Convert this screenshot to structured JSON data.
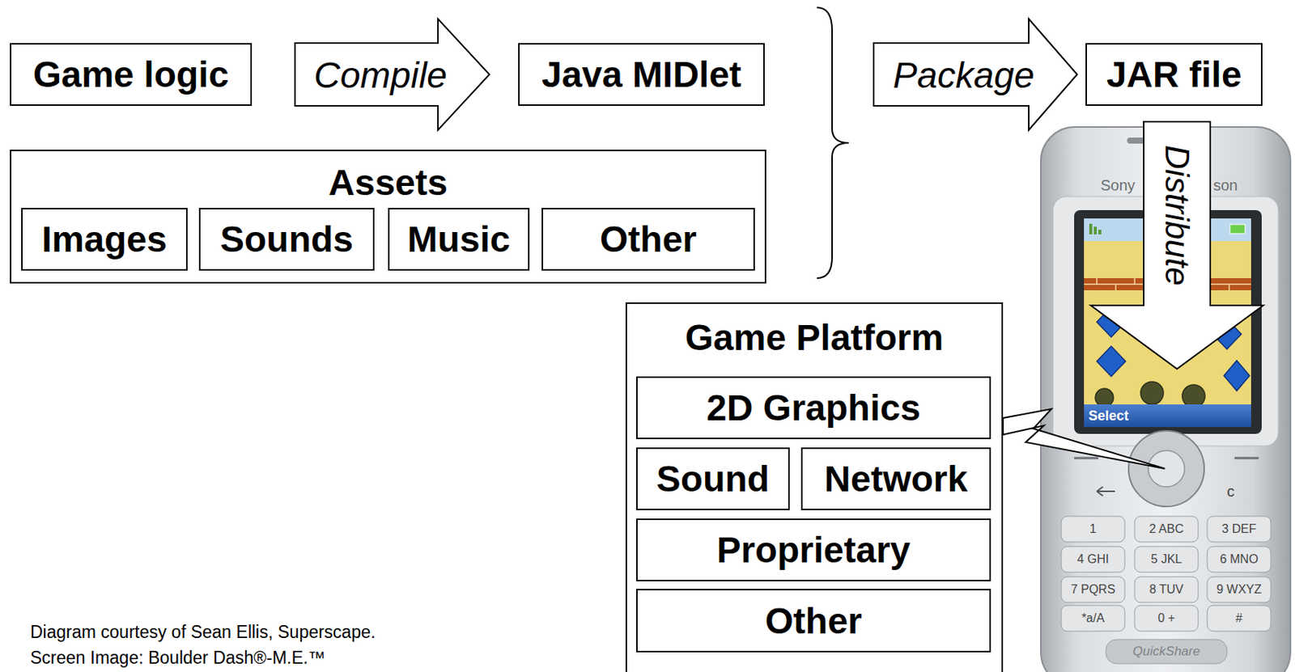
{
  "diagram": {
    "nodes": [
      {
        "text": [
          "Game logic"
        ]
      },
      {
        "text": [
          "Compile"
        ]
      },
      {
        "text": [
          "Java MIDlet"
        ]
      },
      {
        "text": [
          "Package"
        ]
      },
      {
        "text": [
          "JAR file"
        ]
      },
      {
        "text": [
          "Assets"
        ]
      },
      {
        "text": [
          "Images"
        ],
        "in": 5
      },
      {
        "text": [
          "Sounds"
        ],
        "in": 5
      },
      {
        "text": [
          "Music"
        ],
        "in": 5
      },
      {
        "text": [
          "Other"
        ],
        "in": 5
      },
      {
        "text": [
          "Distribute"
        ]
      },
      {
        "text": [
          "Game Platform"
        ]
      },
      {
        "text": [
          "2D Graphics"
        ],
        "in": 11
      },
      {
        "text": [
          "Sound"
        ],
        "in": 11
      },
      {
        "text": [
          "Network"
        ],
        "in": 11
      },
      {
        "text": [
          "Proprietary"
        ],
        "in": 11
      },
      {
        "text": [
          "Other"
        ],
        "in": 11
      }
    ],
    "labels": [
      "Sony",
      "son",
      "Select",
      "c",
      "1",
      "2 ABC",
      "3 DEF",
      "4 GHI",
      "5 JKL",
      "6 MNO",
      "7 PQRS",
      "8 TUV",
      "9 WXYZ",
      "*a/A",
      "0 +",
      "#",
      "QuickShare",
      "Diagram courtesy of Sean Ellis, Superscape.",
      "Screen Image: Boulder Dash®-M.E.™"
    ]
  }
}
